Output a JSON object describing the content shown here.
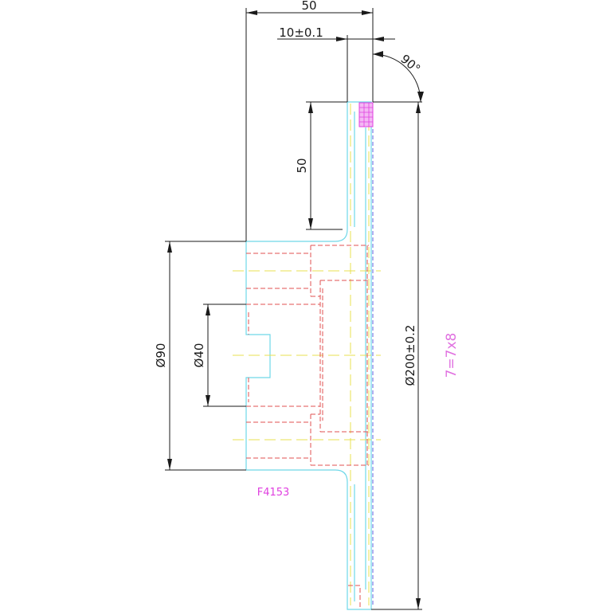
{
  "dimensions": {
    "top_width": "50",
    "groove_width": "10±0.1",
    "angle": "90°",
    "vertical_offset": "50",
    "outer_diameter": "Ø200±0.2",
    "mid_diameter": "Ø90",
    "inner_diameter": "Ø40"
  },
  "labels": {
    "material": "F4153",
    "formula": "7=7x8"
  },
  "colors": {
    "outline": "#6fd8e8",
    "hidden": "#e05050",
    "center": "#e8e050",
    "dimension": "#1a1a1a",
    "hatch": "#e040e0"
  }
}
